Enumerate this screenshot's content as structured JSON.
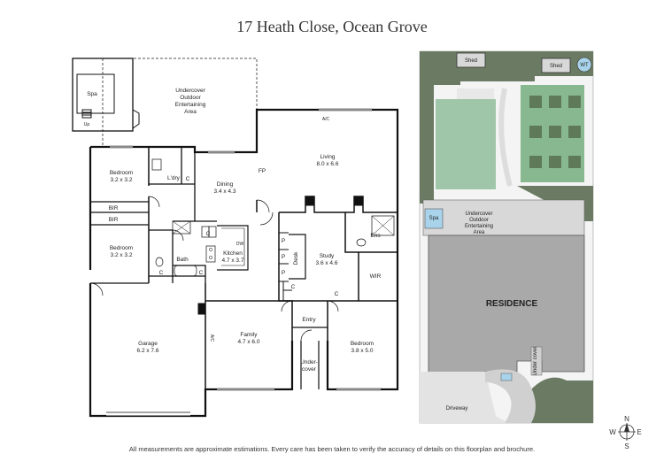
{
  "title": "17 Heath Close, Ocean Grove",
  "footer": "All measurements are approximate estimations. Every care has been taken to verify the accuracy of details on this floorplan and brochure.",
  "rooms": {
    "spa": "Spa",
    "up": "Up",
    "outdoor": [
      "Undercover",
      "Outdoor",
      "Entertaining",
      "Area"
    ],
    "bedroom1": {
      "name": "Bedroom",
      "size": "3.2 x 3.2"
    },
    "ldry": "L'dry",
    "c": "C",
    "dining": {
      "name": "Dining",
      "size": "3.4 x 4.3"
    },
    "fp": "FP",
    "living": {
      "name": "Living",
      "size": "8.0 x 6.6"
    },
    "ac": "A/C",
    "bir": "BIR",
    "bedroom2": {
      "name": "Bedroom",
      "size": "3.2 x 3.2"
    },
    "bath": "Bath",
    "kitchen": {
      "name": "Kitchen",
      "size": "4.7 x 3.7"
    },
    "dw": "DW",
    "p": "P",
    "desk": "Desk",
    "study": {
      "name": "Study",
      "size": "3.6 x 4.6"
    },
    "ens": "Ens",
    "wir": "WIR",
    "garage": {
      "name": "Garage",
      "size": "6.2 x 7.6"
    },
    "family": {
      "name": "Family",
      "size": "4.7 x 6.0"
    },
    "entry": "Entry",
    "undercover": [
      "Under-",
      "cover"
    ],
    "bedroom3": {
      "name": "Bedroom",
      "size": "3.8 x 5.0"
    }
  },
  "siteplan": {
    "shed": "Shed",
    "wt": "WT",
    "spa": "Spa",
    "outdoor": [
      "Undercover",
      "Outdoor",
      "Entertaining",
      "Area"
    ],
    "residence": "RESIDENCE",
    "undercover": "Under cover",
    "driveway": "Driveway"
  },
  "compass": {
    "n": "N",
    "s": "S",
    "e": "E",
    "w": "W"
  },
  "colors": {
    "wall": "#111111",
    "lawn": "#9fc6a8",
    "garden": "#6b7a62",
    "residence": "#a9a9a9",
    "spa": "#a9d3ea"
  }
}
